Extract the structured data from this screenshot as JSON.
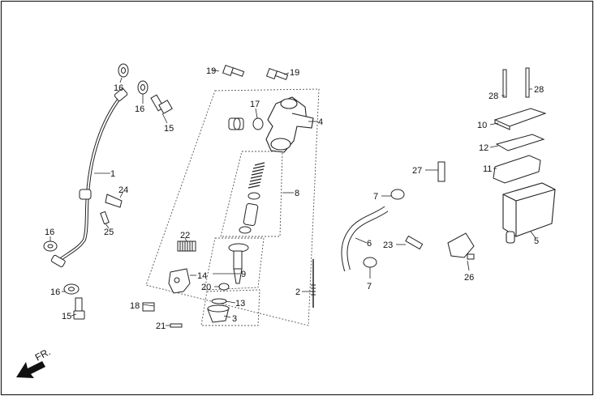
{
  "diagram": {
    "part_numbers": [
      "1",
      "2",
      "3",
      "4",
      "5",
      "6",
      "7",
      "8",
      "9",
      "10",
      "11",
      "12",
      "13",
      "14",
      "15",
      "16",
      "17",
      "18",
      "19",
      "20",
      "21",
      "22",
      "23",
      "24",
      "25",
      "26",
      "27",
      "28"
    ],
    "direction_label": "FR."
  }
}
